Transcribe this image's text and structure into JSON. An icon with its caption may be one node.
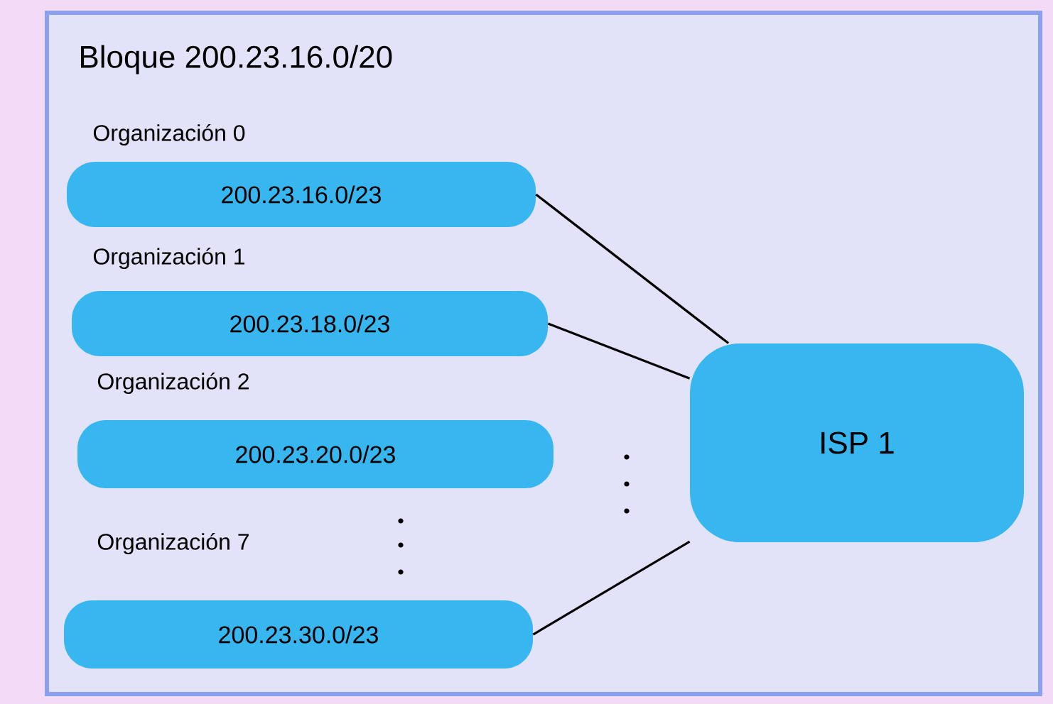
{
  "diagram": {
    "title": "Bloque  200.23.16.0/20",
    "nodes": [
      {
        "text": [
          "Organización 0",
          "200.23.16.0/23"
        ]
      },
      {
        "text": [
          "Organización 1",
          "200.23.18.0/23"
        ]
      },
      {
        "text": [
          "Organización 2",
          "200.23.20.0/23"
        ]
      },
      {
        "text": [
          "Organización 7",
          "200.23.30.0/23"
        ]
      },
      {
        "text": [
          "ISP 1"
        ]
      }
    ],
    "edges": [
      {
        "from": 0,
        "to": 4,
        "arrow": "none"
      },
      {
        "from": 1,
        "to": 4,
        "arrow": "none"
      },
      {
        "from": 3,
        "to": 4,
        "arrow": "none"
      }
    ]
  }
}
